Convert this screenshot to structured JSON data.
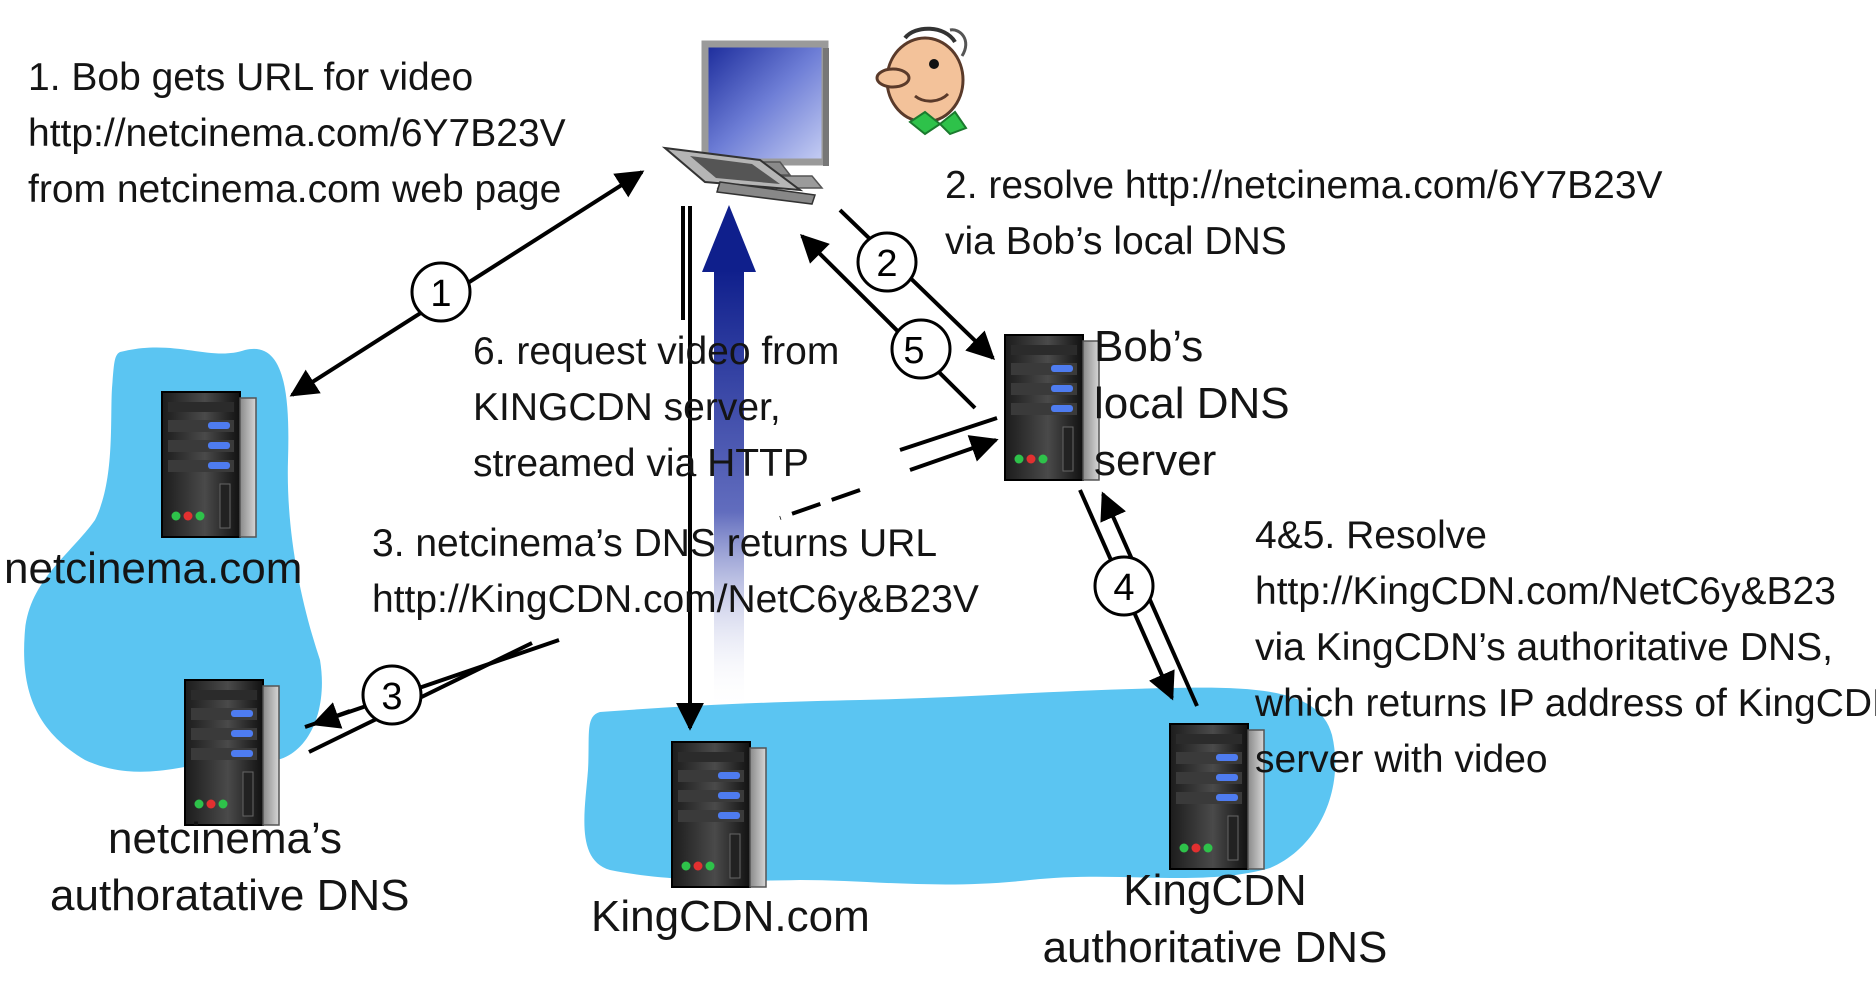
{
  "step1": {
    "lines": [
      "1. Bob gets URL for video",
      "http://netcinema.com/6Y7B23V",
      "from netcinema.com web page"
    ]
  },
  "step2": {
    "lines": [
      "2. resolve http://netcinema.com/6Y7B23V",
      "via Bob’s local DNS"
    ]
  },
  "step3": {
    "lines": [
      "3. netcinema’s DNS returns URL",
      "http://KingCDN.com/NetC6y&B23V"
    ]
  },
  "step45": {
    "lines": [
      "4&5. Resolve",
      "http://KingCDN.com/NetC6y&B23",
      "via KingCDN’s authoritative DNS,",
      "which returns IP address of KingCDN",
      "server  with video"
    ]
  },
  "step6": {
    "lines": [
      "6. request video from",
      "KINGCDN server,",
      "streamed via HTTP"
    ]
  },
  "nodes": {
    "netcinema": "netcinema.com",
    "netcinema_dns": [
      "netcinema’s",
      "authoratative DNS"
    ],
    "kingcdn": "KingCDN.com",
    "kingcdn_dns": [
      "KingCDN",
      "authoritative DNS"
    ],
    "local_dns": [
      "Bob’s",
      "local DNS",
      "server"
    ]
  },
  "markers": [
    "1",
    "2",
    "3",
    "4",
    "5"
  ],
  "icons": [
    "desktop-computer-icon",
    "bob-cartoon-icon",
    "server-icon"
  ],
  "colors": {
    "cloud": "#5BC5F2",
    "arrow_video": "#0F1F8C",
    "server_led_green": "#2EC24A",
    "server_led_red": "#E23030",
    "server_led_blue": "#4E7CF0"
  }
}
